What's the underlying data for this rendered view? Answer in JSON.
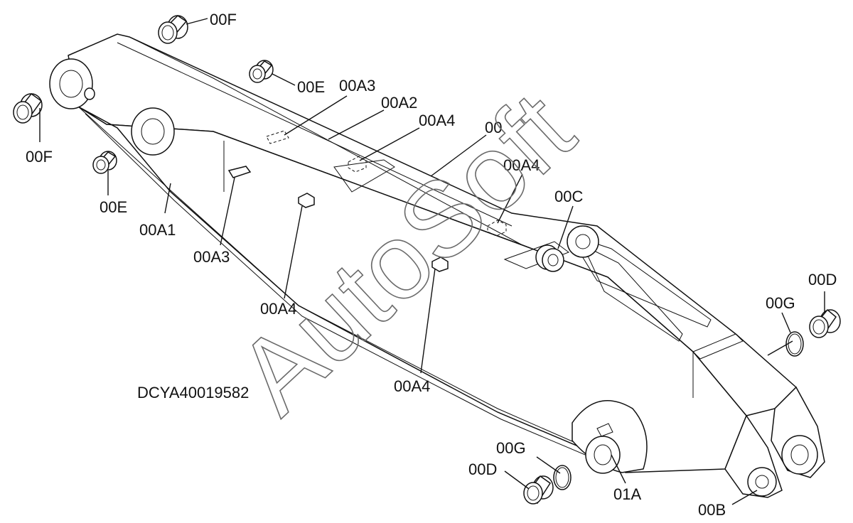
{
  "diagram": {
    "code": "DCYA40019582",
    "watermark": "AutoSoft",
    "labels": {
      "00F_top": "00F",
      "00F_left": "00F",
      "00E_top": "00E",
      "00E_left": "00E",
      "00A3_top": "00A3",
      "00A3_low": "00A3",
      "00A2": "00A2",
      "00A4_a": "00A4",
      "00A4_b": "00A4",
      "00A4_c": "00A4",
      "00A4_d": "00A4",
      "00": "00",
      "00C": "00C",
      "00D_right": "00D",
      "00D_bottom": "00D",
      "00G_right": "00G",
      "00G_bottom": "00G",
      "00A1": "00A1",
      "01A": "01A",
      "00B": "00B"
    }
  }
}
